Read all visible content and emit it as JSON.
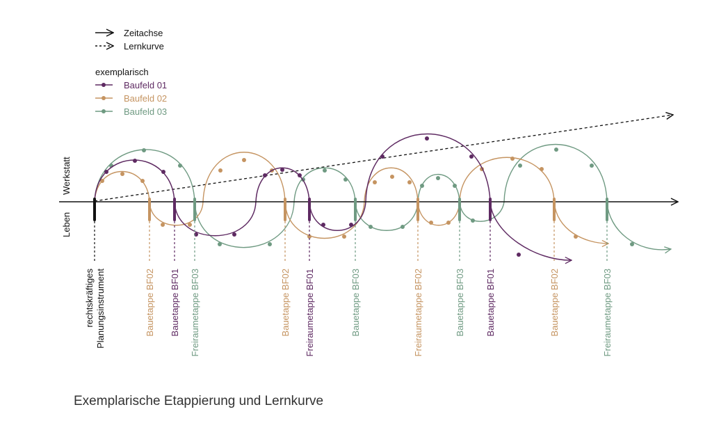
{
  "colors": {
    "bf01": "#5e2a62",
    "bf02": "#c59461",
    "bf03": "#6f9a82",
    "axis": "#111111"
  },
  "legend": {
    "time_axis": "Zeitachse",
    "learning_curve": "Lernkurve",
    "heading": "exemplarisch",
    "bf01": "Baufeld 01",
    "bf02": "Baufeld 02",
    "bf03": "Baufeld 03"
  },
  "axis_labels": {
    "upper": "Werkstatt",
    "lower": "Leben"
  },
  "milestones": [
    {
      "id": "ms-0",
      "lines": [
        "rechtskräftiges",
        "Planungsinstrument"
      ],
      "color": "axis"
    },
    {
      "id": "ms-1",
      "lines": [
        "Bauetappe BF02"
      ],
      "color": "bf02"
    },
    {
      "id": "ms-2",
      "lines": [
        "Bauetappe BF01"
      ],
      "color": "bf01"
    },
    {
      "id": "ms-3",
      "lines": [
        "Freiraumetappe BF03"
      ],
      "color": "bf03"
    },
    {
      "id": "ms-4",
      "lines": [
        "Bauetappe BF02"
      ],
      "color": "bf02"
    },
    {
      "id": "ms-5",
      "lines": [
        "Freiraumetappe BF01"
      ],
      "color": "bf01"
    },
    {
      "id": "ms-6",
      "lines": [
        "Bauetappe BF03"
      ],
      "color": "bf03"
    },
    {
      "id": "ms-7",
      "lines": [
        "Freiraumetappe BF02"
      ],
      "color": "bf02"
    },
    {
      "id": "ms-8",
      "lines": [
        "Bauetappe BF03"
      ],
      "color": "bf03"
    },
    {
      "id": "ms-9",
      "lines": [
        "Bauetappe BF01"
      ],
      "color": "bf01"
    },
    {
      "id": "ms-10",
      "lines": [
        "Bauetappe BF02"
      ],
      "color": "bf02"
    },
    {
      "id": "ms-11",
      "lines": [
        "Freiraumetappe BF03"
      ],
      "color": "bf03"
    }
  ],
  "caption": "Exemplarische Etappierung und Lernkurve"
}
